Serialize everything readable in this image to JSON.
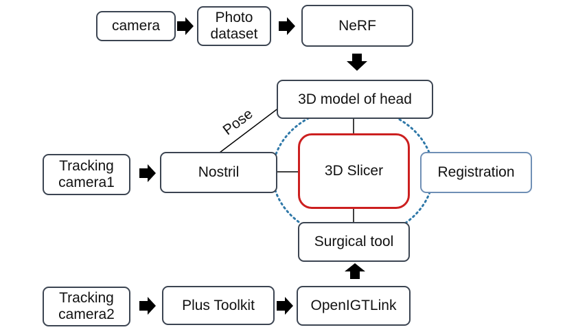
{
  "diagram": {
    "nodes": {
      "camera": "camera",
      "photo_dataset": "Photo\ndataset",
      "nerf": "NeRF",
      "model_head": "3D model of head",
      "tracking_camera1": "Tracking\ncamera1",
      "nostril": "Nostril",
      "slicer": "3D Slicer",
      "registration": "Registration",
      "surgical_tool": "Surgical tool",
      "tracking_camera2": "Tracking\ncamera2",
      "plus_toolkit": "Plus Toolkit",
      "openigtlink": "OpenIGTLink"
    },
    "edge_labels": {
      "pose": "Pose"
    },
    "colors": {
      "border": "#3b4451",
      "slicer_border": "#cc1f1f",
      "registration_border": "#6f8fb5",
      "dotted_circle": "#2f78a8",
      "arrow": "#000000"
    }
  }
}
